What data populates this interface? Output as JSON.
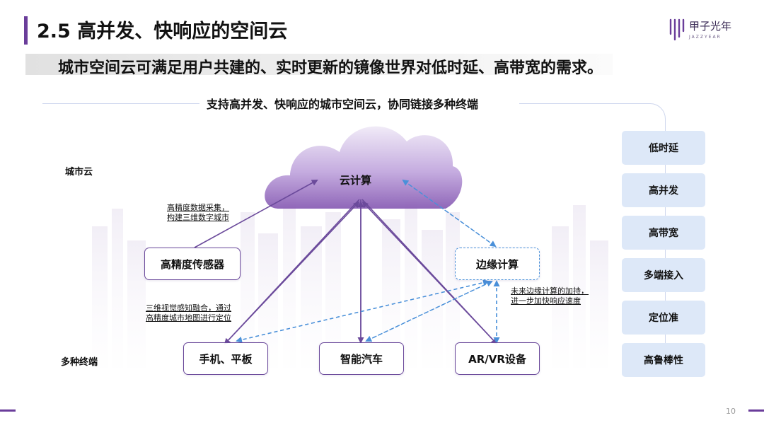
{
  "header": {
    "title": "2.5 高并发、快响应的空间云",
    "subtitle": "城市空间云可满足用户共建的、实时更新的镜像世界对低时延、高带宽的需求。"
  },
  "brand": {
    "name_cn": "甲子光年",
    "name_en": "JAZZYEAR",
    "color": "#6a3d9a"
  },
  "diagram": {
    "title": "支持高并发、快响应的城市空间云，协同链接多种终端",
    "labels": {
      "city_cloud": "城市云",
      "terminals": "多种终端"
    },
    "nodes": {
      "cloud": "云计算",
      "sensor": "高精度传感器",
      "edge": "边缘计算",
      "phone": "手机、平板",
      "car": "智能汽车",
      "arvr": "AR/VR设备"
    },
    "annotations": {
      "sensor_note_1": "高精度数据采集，",
      "sensor_note_2": "构建三维数字城市",
      "phone_note_1": "三维视觉感知融合，通过",
      "phone_note_2": "高精度城市地图进行定位",
      "edge_note_1": "未来边缘计算的加持，",
      "edge_note_2": "进一步加快响应速度"
    },
    "features": [
      "低时延",
      "高并发",
      "高带宽",
      "多端接入",
      "定位准",
      "高鲁棒性"
    ],
    "colors": {
      "solid_arrow": "#6b4a9b",
      "dashed_arrow": "#4a90d9",
      "feature_bg": "#dde8f8",
      "cloud_top": "#ede6f6",
      "cloud_bottom": "#8a5fb5"
    }
  },
  "footer": {
    "page_number": "10"
  }
}
